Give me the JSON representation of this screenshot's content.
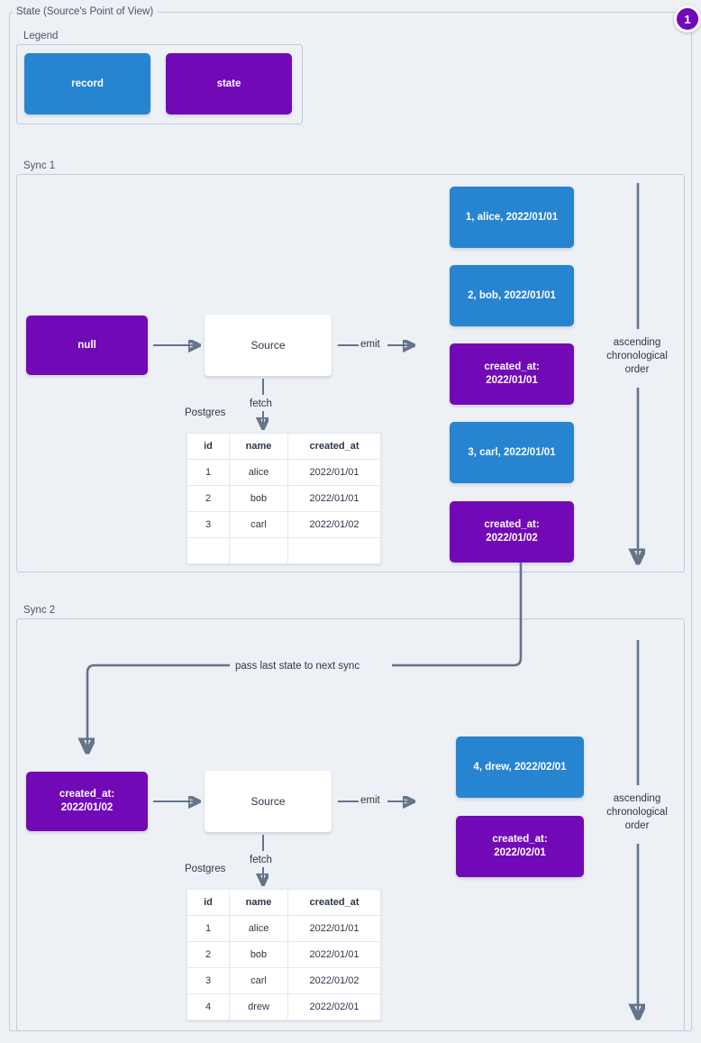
{
  "page": {
    "title": "State (Source's Point of View)",
    "badge": "1",
    "background": "#edf0f5",
    "colors": {
      "record": "#2684d0",
      "state": "#7209b7",
      "arrow": "#64748b",
      "frame_border": "#c2ccd8",
      "text": "#2d3748"
    }
  },
  "legend": {
    "title": "Legend",
    "items": [
      {
        "label": "record",
        "kind": "record"
      },
      {
        "label": "state",
        "kind": "state"
      }
    ]
  },
  "sync1": {
    "title": "Sync 1",
    "state_in": {
      "label": "null",
      "kind": "state"
    },
    "source": {
      "label": "Source"
    },
    "edge_state_to_source": "",
    "fetch_label": "fetch",
    "emit_label": "emit",
    "db_label": "Postgres",
    "order_label": "ascending chronological order",
    "order_lines": [
      "ascending",
      "chronological",
      "order"
    ],
    "table": {
      "columns": [
        "id",
        "name",
        "created_at"
      ],
      "rows": [
        [
          "1",
          "alice",
          "2022/01/01"
        ],
        [
          "2",
          "bob",
          "2022/01/01"
        ],
        [
          "3",
          "carl",
          "2022/01/02"
        ],
        [
          "",
          "",
          ""
        ]
      ]
    },
    "stream": [
      {
        "kind": "record",
        "label": "1, alice, 2022/01/01"
      },
      {
        "kind": "record",
        "label": "2, bob, 2022/01/01"
      },
      {
        "kind": "state",
        "lines": [
          "created_at:",
          "2022/01/01"
        ]
      },
      {
        "kind": "record",
        "label": "3, carl, 2022/01/01"
      },
      {
        "kind": "state",
        "lines": [
          "created_at:",
          "2022/01/02"
        ]
      }
    ]
  },
  "pass_state": {
    "label": "pass last state to next sync"
  },
  "sync2": {
    "title": "Sync 2",
    "state_in": {
      "kind": "state",
      "lines": [
        "created_at:",
        "2022/01/02"
      ]
    },
    "source": {
      "label": "Source"
    },
    "fetch_label": "fetch",
    "emit_label": "emit",
    "db_label": "Postgres",
    "order_label": "ascending chronological order",
    "order_lines": [
      "ascending",
      "chronological",
      "order"
    ],
    "table": {
      "columns": [
        "id",
        "name",
        "created_at"
      ],
      "rows": [
        [
          "1",
          "alice",
          "2022/01/01"
        ],
        [
          "2",
          "bob",
          "2022/01/01"
        ],
        [
          "3",
          "carl",
          "2022/01/02"
        ],
        [
          "4",
          "drew",
          "2022/02/01"
        ]
      ]
    },
    "stream": [
      {
        "kind": "record",
        "label": "4, drew, 2022/02/01"
      },
      {
        "kind": "state",
        "lines": [
          "created_at:",
          "2022/02/01"
        ]
      }
    ]
  }
}
